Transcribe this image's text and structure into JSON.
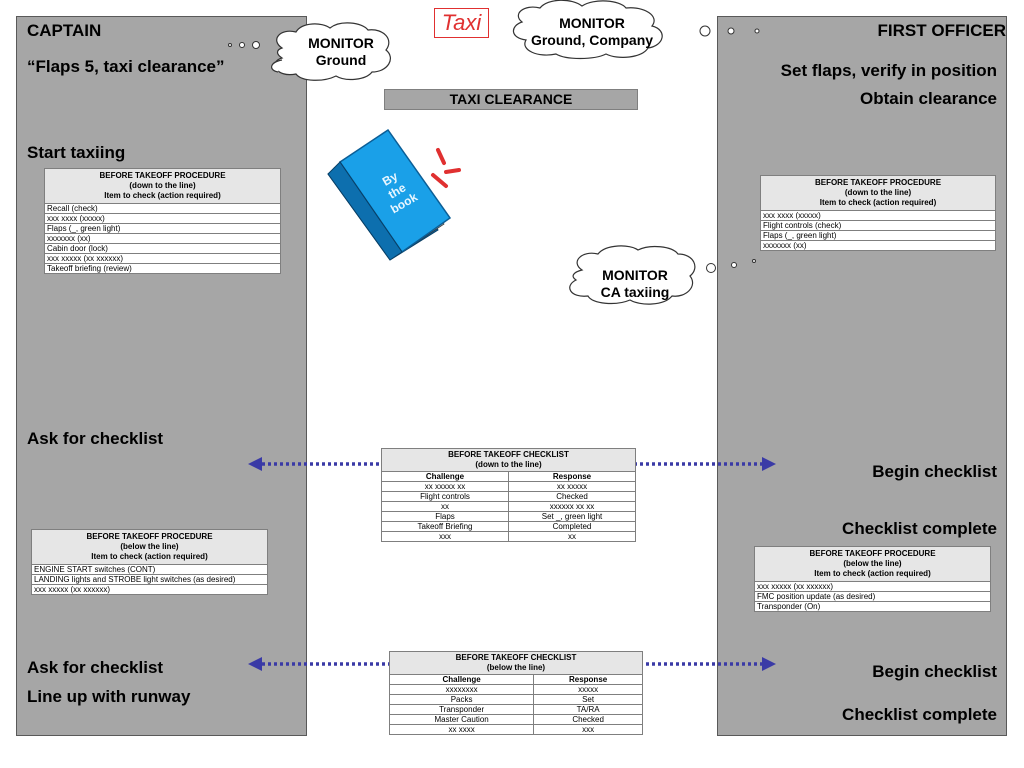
{
  "captain": {
    "title": "CAPTAIN",
    "steps": [
      "“Flaps 5, taxi clearance”",
      "Start taxiing",
      "Ask for checklist",
      "Ask for checklist",
      "Line up with runway"
    ]
  },
  "first_officer": {
    "title": "FIRST OFFICER",
    "steps": [
      "Set flaps, verify in position",
      "Obtain clearance",
      "Begin checklist",
      "Checklist complete",
      "Begin checklist",
      "Checklist complete"
    ]
  },
  "taxi_label": "Taxi",
  "taxi_clearance_label": "TAXI CLEARANCE",
  "book": {
    "line1": "By",
    "line2": "the",
    "line3": "book"
  },
  "clouds": {
    "monitor_ground": [
      "MONITOR",
      "Ground"
    ],
    "monitor_ground_company": [
      "MONITOR",
      "Ground, Company"
    ],
    "monitor_ca_taxiing": [
      "MONITOR",
      "CA taxiing"
    ]
  },
  "captain_proc_1": {
    "head": [
      "BEFORE TAKEOFF PROCEDURE",
      "(down to the line)",
      "Item to check (action required)"
    ],
    "rows": [
      "Recall (check)",
      "xxx  xxxx  (xxxxx)",
      "Flaps (_, green light)",
      "xxxxxxx (xx)",
      "Cabin door (lock)",
      "xxx  xxxxx (xx xxxxxx)",
      "Takeoff briefing (review)"
    ]
  },
  "captain_proc_2": {
    "head": [
      "BEFORE TAKEOFF PROCEDURE",
      "(below the line)",
      "Item to check (action required)"
    ],
    "rows": [
      "ENGINE START switches (CONT)",
      "LANDING lights and STROBE light switches (as desired)",
      "xxx  xxxxx (xx xxxxxx)"
    ]
  },
  "fo_proc_1": {
    "head": [
      "BEFORE TAKEOFF PROCEDURE",
      "(down to the line)",
      "Item to check (action required)"
    ],
    "rows": [
      "xxx  xxxx  (xxxxx)",
      "Flight controls (check)",
      "Flaps (_, green light)",
      "xxxxxxx (xx)"
    ]
  },
  "fo_proc_2": {
    "head": [
      "BEFORE TAKEOFF PROCEDURE",
      "(below the line)",
      "Item to check (action required)"
    ],
    "rows": [
      "xxx  xxxxx (xx xxxxxx)",
      "FMC position update (as desired)",
      "Transponder (On)"
    ]
  },
  "checklist_1": {
    "head": [
      "BEFORE TAKEOFF CHECKLIST",
      "(down to the line)"
    ],
    "cols": [
      "Challenge",
      "Response"
    ],
    "rows": [
      [
        "xx xxxxx xx",
        "xx xxxxx"
      ],
      [
        "Flight controls",
        "Checked"
      ],
      [
        "xx",
        "xxxxxx xx xx"
      ],
      [
        "Flaps",
        "Set _, green light"
      ],
      [
        "Takeoff Briefing",
        "Completed"
      ],
      [
        "xxx",
        "xx"
      ]
    ]
  },
  "checklist_2": {
    "head": [
      "BEFORE TAKEOFF CHECKLIST",
      "(below the line)"
    ],
    "cols": [
      "Challenge",
      "Response"
    ],
    "rows": [
      [
        "xxxxxxxx",
        "xxxxx"
      ],
      [
        "Packs",
        "Set"
      ],
      [
        "Transponder",
        "TA/RA"
      ],
      [
        "Master Caution",
        "Checked"
      ],
      [
        "xx xxxx",
        "xxx"
      ]
    ]
  },
  "colors": {
    "column_fill": "#a6a6a6",
    "arrow": "#3a3aa6",
    "book_blue": "#1aa0e8",
    "accent_red": "#e03030"
  }
}
